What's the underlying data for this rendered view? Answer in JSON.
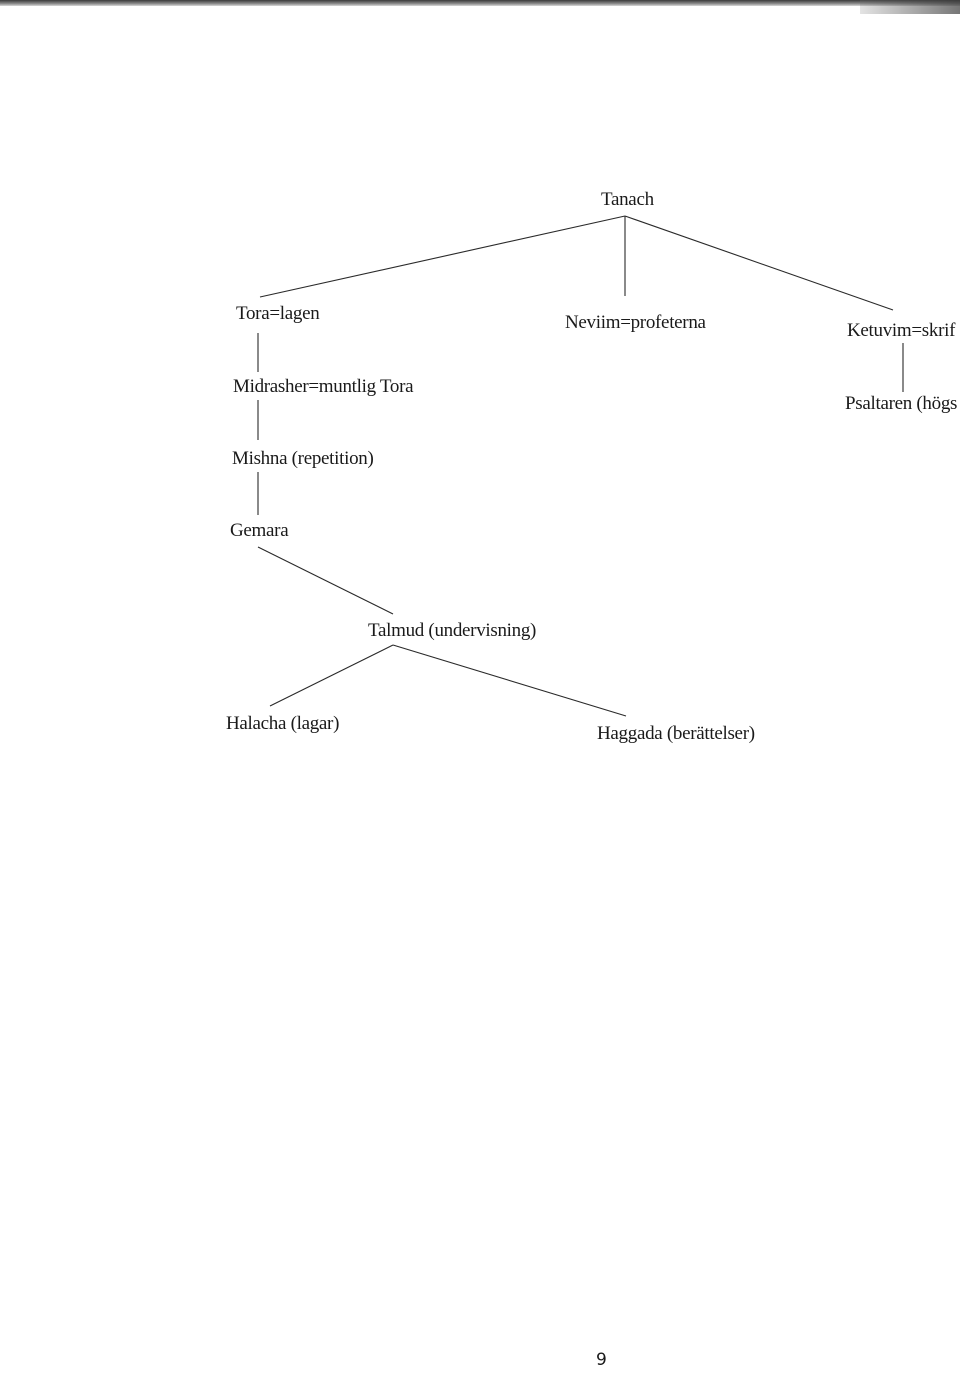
{
  "diagram": {
    "nodes": {
      "tanach": "Tanach",
      "tora": "Tora=lagen",
      "neviim": "Neviim=profeterna",
      "ketuvim": "Ketuvim=skrif",
      "midrasher": "Midrasher=muntlig Tora",
      "psaltaren": "Psaltaren (högs",
      "mishna": "Mishna (repetition)",
      "gemara": "Gemara",
      "talmud": "Talmud (undervisning)",
      "halacha": "Halacha (lagar)",
      "haggada": "Haggada (berättelser)"
    }
  },
  "page_number": "9",
  "colors": {
    "ink": "#1a1a1a",
    "paper": "#ffffff"
  }
}
